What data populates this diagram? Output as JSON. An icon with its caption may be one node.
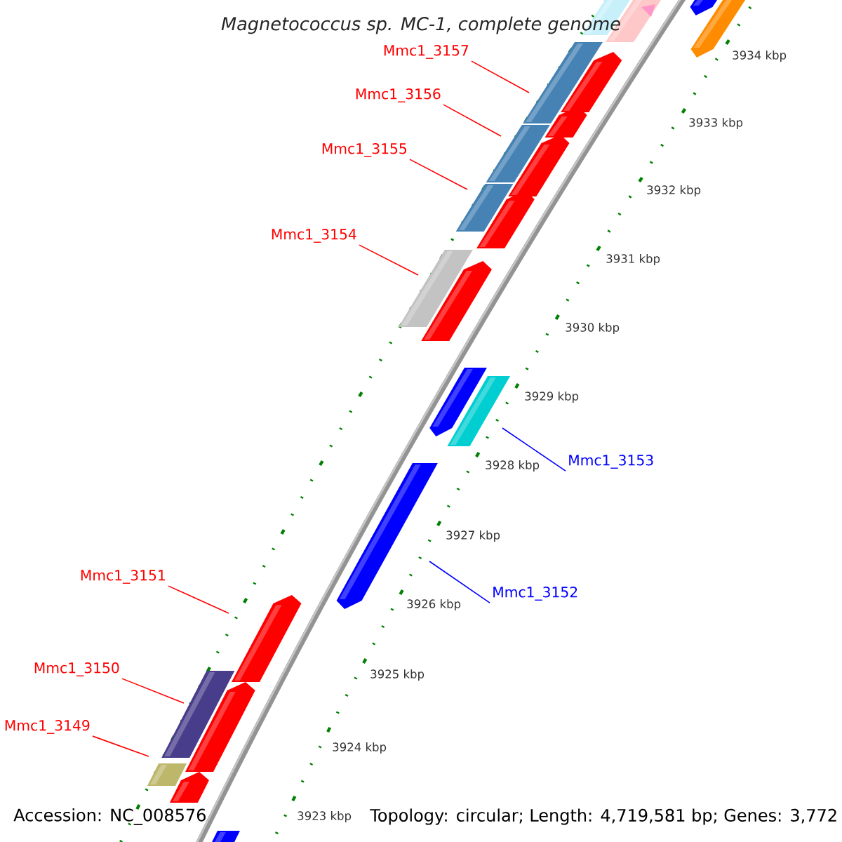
{
  "diagram": {
    "title": "Magnetococcus sp. MC-1, complete genome",
    "nodes": [
      {
        "text": [
          "Mmc1_3157"
        ]
      },
      {
        "text": [
          "Mmc1_3156"
        ]
      },
      {
        "text": [
          "Mmc1_3155"
        ]
      },
      {
        "text": [
          "Mmc1_3154"
        ]
      },
      {
        "text": [
          "Mmc1_3153"
        ]
      },
      {
        "text": [
          "Mmc1_3152"
        ]
      },
      {
        "text": [
          "Mmc1_3151"
        ]
      },
      {
        "text": [
          "Mmc1_3150"
        ]
      },
      {
        "text": [
          "Mmc1_3149"
        ]
      }
    ],
    "edges": [
      {
        "from": 0,
        "to": null,
        "arrow": "none"
      },
      {
        "from": 1,
        "to": null,
        "arrow": "none"
      },
      {
        "from": 2,
        "to": null,
        "arrow": "none"
      },
      {
        "from": 3,
        "to": null,
        "arrow": "none"
      },
      {
        "from": 4,
        "to": null,
        "arrow": "none",
        "color": "#0000ff"
      },
      {
        "from": 5,
        "to": null,
        "arrow": "none",
        "color": "#0000ff"
      },
      {
        "from": 6,
        "to": null,
        "arrow": "none"
      },
      {
        "from": 7,
        "to": null,
        "arrow": "none"
      },
      {
        "from": 8,
        "to": null,
        "arrow": "none"
      }
    ],
    "labels": [
      "3934 kbp",
      "3933 kbp",
      "3932 kbp",
      "3931 kbp",
      "3930 kbp",
      "3929 kbp",
      "3928 kbp",
      "3927 kbp",
      "3926 kbp",
      "3925 kbp",
      "3924 kbp",
      "3923 kbp",
      "Accession: NC_008576",
      "Topology: circular; Length: 4,719,581 bp; Genes: 3,772"
    ]
  }
}
